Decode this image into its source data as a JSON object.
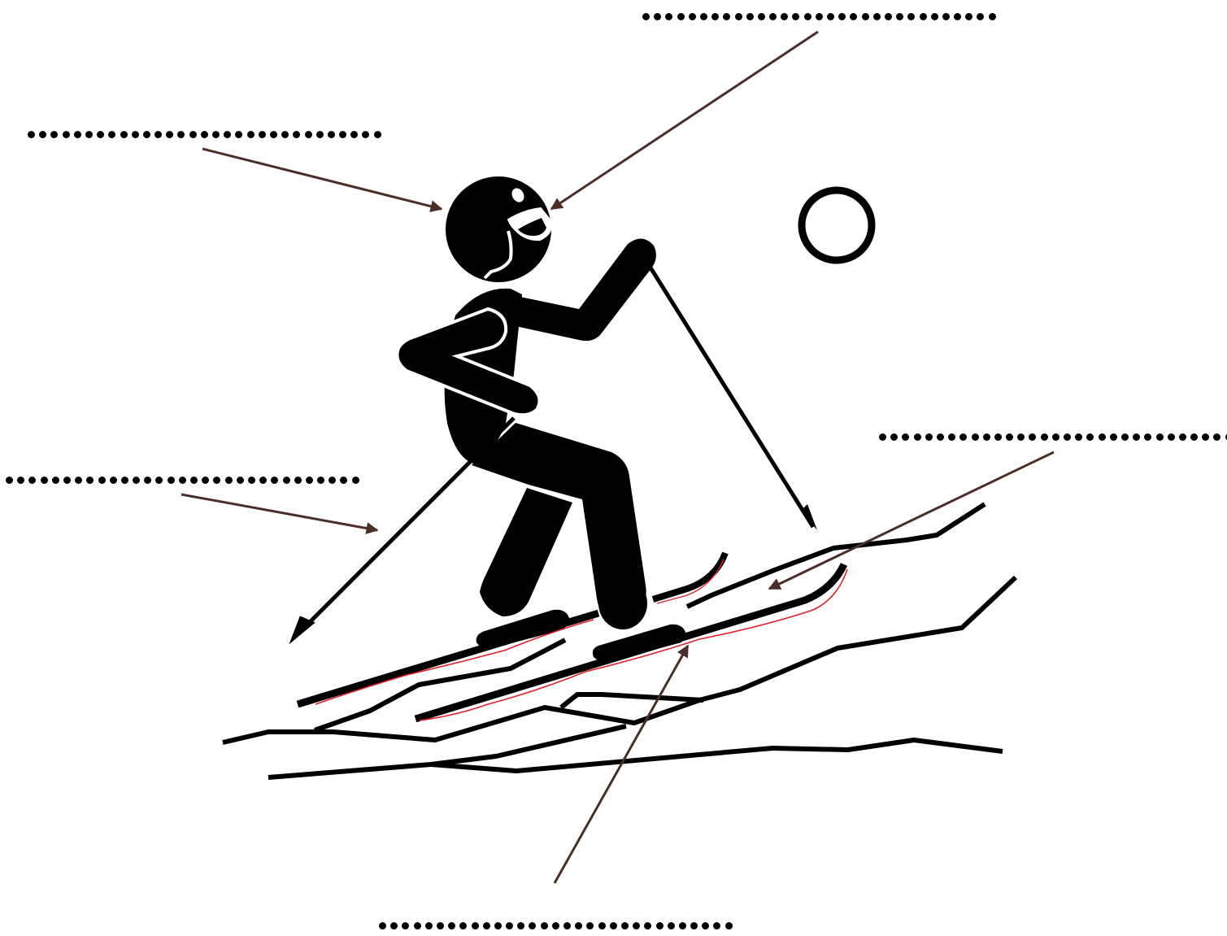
{
  "diagram": {
    "subject": "skier",
    "labels": [
      {
        "id": "label-top-right",
        "text": "",
        "points_to": "goggles"
      },
      {
        "id": "label-top-left",
        "text": "",
        "points_to": "helmet"
      },
      {
        "id": "label-left",
        "text": "",
        "points_to": "ski-pole"
      },
      {
        "id": "label-right",
        "text": "",
        "points_to": "snow"
      },
      {
        "id": "label-bottom",
        "text": "",
        "points_to": "ski"
      }
    ],
    "colors": {
      "figure": "#000000",
      "arrow": "#4a2e28",
      "ski_highlight": "#e0202a",
      "background": "#ffffff"
    }
  }
}
